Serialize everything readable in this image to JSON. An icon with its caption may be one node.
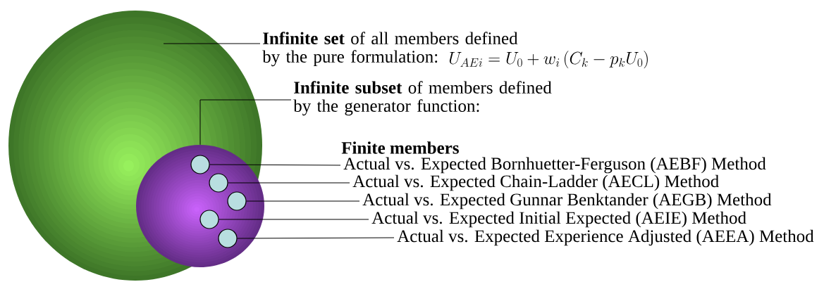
{
  "diagram": {
    "nodes": [
      {
        "text": [],
        "shape": "circle"
      },
      {
        "text": [],
        "shape": "circle",
        "in": 0
      },
      {
        "text": [],
        "shape": "circle",
        "in": 1
      },
      {
        "text": [],
        "shape": "circle",
        "in": 1
      },
      {
        "text": [],
        "shape": "circle",
        "in": 1
      },
      {
        "text": [],
        "shape": "circle",
        "in": 1
      },
      {
        "text": [],
        "shape": "circle",
        "in": 1
      },
      {
        "text": [
          "**Infinite set** of all members defined by the pure formulation:",
          "U_{AEi} = U_0 + w_i\\left(C_k - p_k U_0\\right)"
        ]
      },
      {
        "text": [
          "**Infinite subset** of members defined by the generator function:"
        ]
      },
      {
        "text": [
          "Actual vs. Expected Bornhuetter-Ferguson (AEBF) Method"
        ]
      },
      {
        "text": [
          "Actual vs. Expected Chain-Ladder (AECL) Method"
        ]
      },
      {
        "text": [
          "Actual vs. Expected Gunnar Benktander (AEGB) Method"
        ]
      },
      {
        "text": [
          "Actual vs. Expected Initial Expected (AEIE) Method"
        ]
      },
      {
        "text": [
          "Actual vs. Expected Experience Adjusted (AEEA) Method"
        ]
      }
    ],
    "edges": [
      {
        "from": 7,
        "to": 0,
        "arrow": "none"
      },
      {
        "from": 8,
        "to": 1,
        "arrow": "none"
      },
      {
        "from": 9,
        "to": 2,
        "arrow": "none"
      },
      {
        "from": 10,
        "to": 3,
        "arrow": "none"
      },
      {
        "from": 11,
        "to": 4,
        "arrow": "none"
      },
      {
        "from": 12,
        "to": 5,
        "arrow": "none"
      },
      {
        "from": 13,
        "to": 6,
        "arrow": "none"
      }
    ],
    "labels": [
      "Finite members"
    ]
  }
}
